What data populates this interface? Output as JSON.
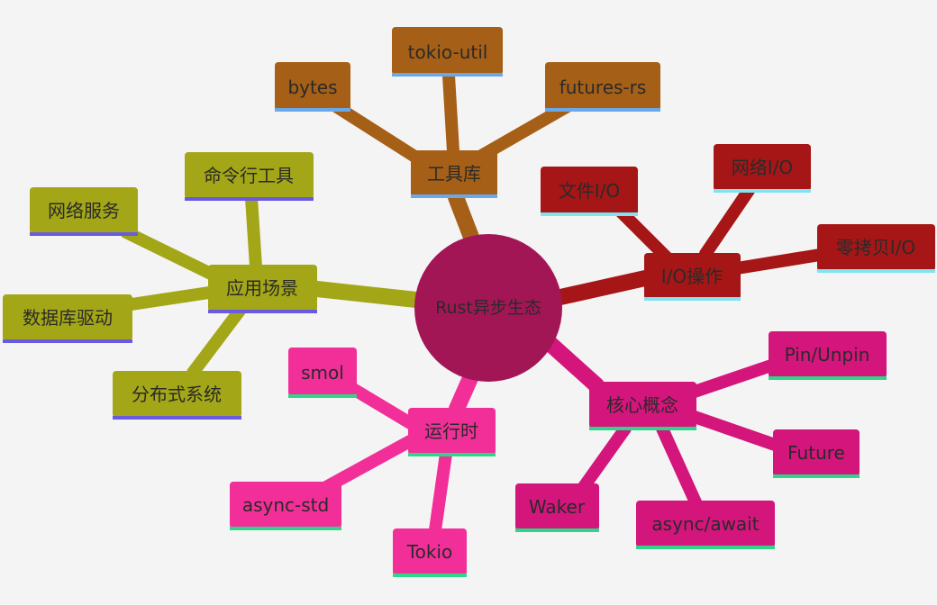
{
  "root": {
    "label": "Rust异步生态"
  },
  "colors": {
    "root": "#a31656",
    "tools": "#a65f16",
    "io": "#a61616",
    "apps": "#a3a616",
    "runtime": "#f22f99",
    "core": "#d4157c",
    "underline_blue": "#6aa9e9",
    "underline_cyan": "#7ee4f2",
    "underline_purple": "#6a5ae0",
    "underline_green": "#2fd68a",
    "text_dark": "#2a2a2a"
  },
  "branches": {
    "tools": {
      "label": "工具库",
      "children": [
        "bytes",
        "tokio-util",
        "futures-rs"
      ]
    },
    "io": {
      "label": "I/O操作",
      "children": [
        "文件I/O",
        "网络I/O",
        "零拷贝I/O"
      ]
    },
    "apps": {
      "label": "应用场景",
      "children": [
        "命令行工具",
        "网络服务",
        "数据库驱动",
        "分布式系统"
      ]
    },
    "runtime": {
      "label": "运行时",
      "children": [
        "smol",
        "async-std",
        "Tokio"
      ]
    },
    "core": {
      "label": "核心概念",
      "children": [
        "Pin/Unpin",
        "Future",
        "Waker",
        "async/await"
      ]
    }
  }
}
